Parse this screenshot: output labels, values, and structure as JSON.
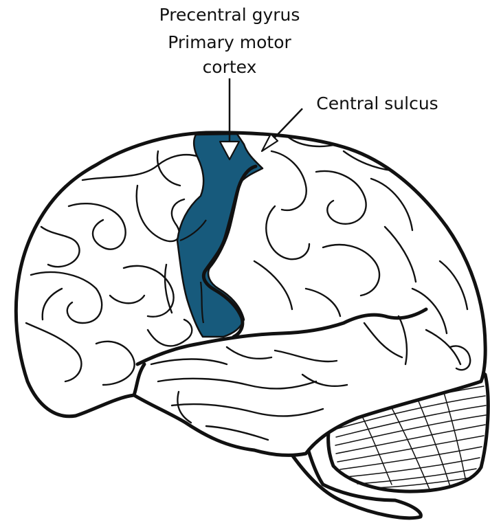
{
  "labels": {
    "precentral_gyrus": "Precentral gyrus",
    "primary_motor_line1": "Primary motor",
    "primary_motor_line2": "cortex",
    "central_sulcus": "Central sulcus"
  },
  "colors": {
    "motor_cortex": "#175a7c",
    "outline": "#111111",
    "background": "#ffffff"
  }
}
